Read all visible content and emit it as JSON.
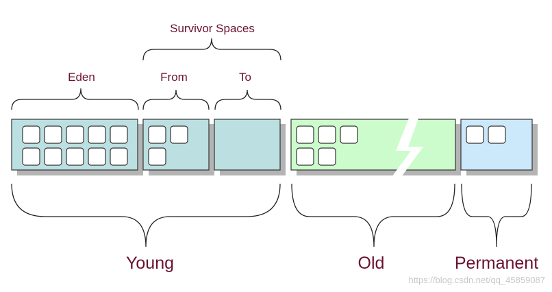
{
  "labels": {
    "survivor_spaces": "Survivor Spaces",
    "eden": "Eden",
    "from": "From",
    "to": "To",
    "young": "Young",
    "old": "Old",
    "permanent": "Permanent"
  },
  "regions": [
    {
      "name": "Eden",
      "fill": "#bcdfe1",
      "objects": 10
    },
    {
      "name": "From",
      "fill": "#bcdfe1",
      "objects": 3
    },
    {
      "name": "To",
      "fill": "#bcdfe1",
      "objects": 0
    },
    {
      "name": "Old",
      "fill": "#ccfccc",
      "objects": 5
    },
    {
      "name": "Permanent",
      "fill": "#cce8fb",
      "objects": 2
    }
  ],
  "watermark": "https://blog.csdn.net/qq_45859087"
}
